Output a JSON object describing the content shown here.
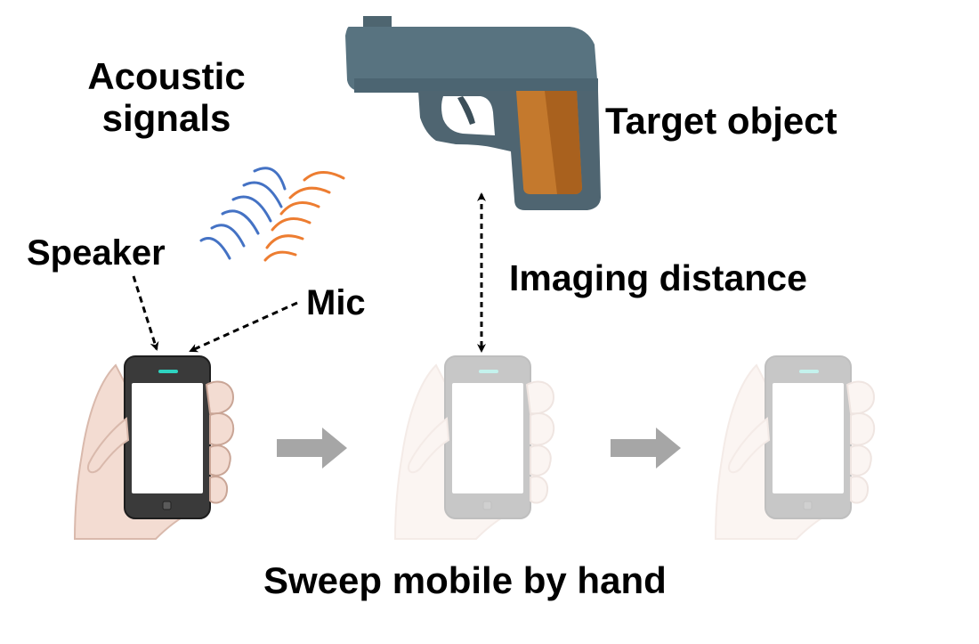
{
  "labels": {
    "acoustic_line1": "Acoustic",
    "acoustic_line2": "signals",
    "target": "Target object",
    "speaker": "Speaker",
    "mic": "Mic",
    "imaging_distance": "Imaging distance",
    "sweep": "Sweep mobile by hand"
  },
  "colors": {
    "emitted_wave": "#4472C4",
    "reflected_wave": "#ED7D31",
    "gun_body": "#546E7A",
    "gun_grip": "#C47A2C",
    "arrow": "#A6A6A6",
    "hand_skin": "#F1DAD0",
    "phone_body": "#3C3C3C"
  },
  "icons": {
    "target": "handgun-icon",
    "phone": "smartphone-in-hand-icon",
    "progress": "right-arrow-icon"
  }
}
